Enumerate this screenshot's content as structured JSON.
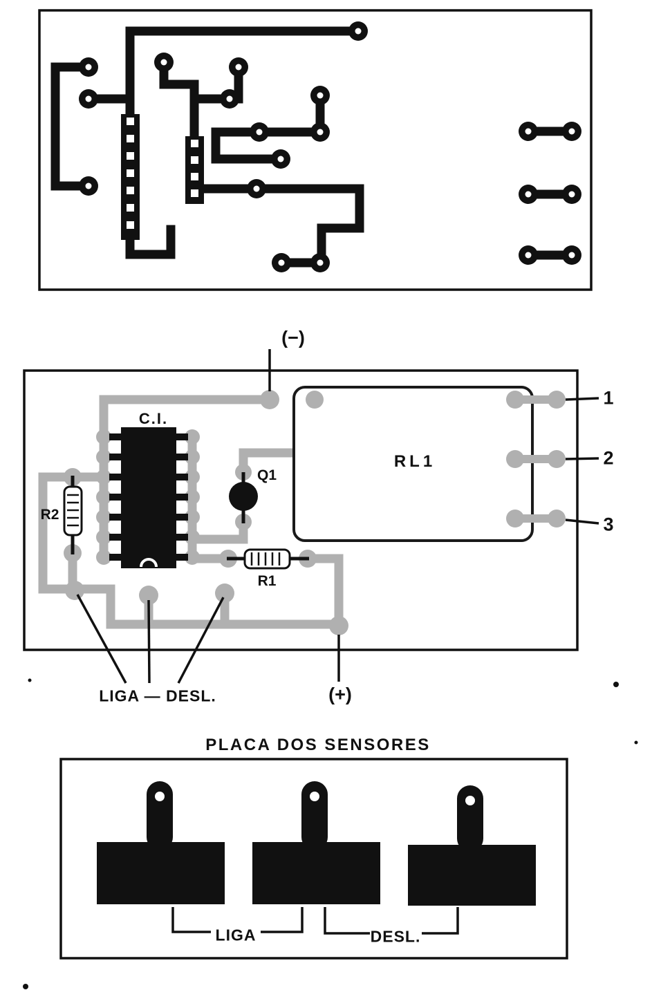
{
  "diagram": {
    "component_board": {
      "labels": {
        "minus": "(−)",
        "plus": "(+)",
        "ic": "C.I.",
        "q1": "Q1",
        "relay": "RL1",
        "r1": "R1",
        "r2": "R2",
        "terminal_1": "1",
        "terminal_2": "2",
        "terminal_3": "3",
        "liga_desl": "LIGA — DESL."
      }
    },
    "sensor_board": {
      "title": "PLACA DOS SENSORES",
      "liga": "LIGA",
      "desl": "DESL."
    },
    "colors": {
      "ink": "#111111",
      "copper_halftone": "#b0b0b0"
    }
  }
}
